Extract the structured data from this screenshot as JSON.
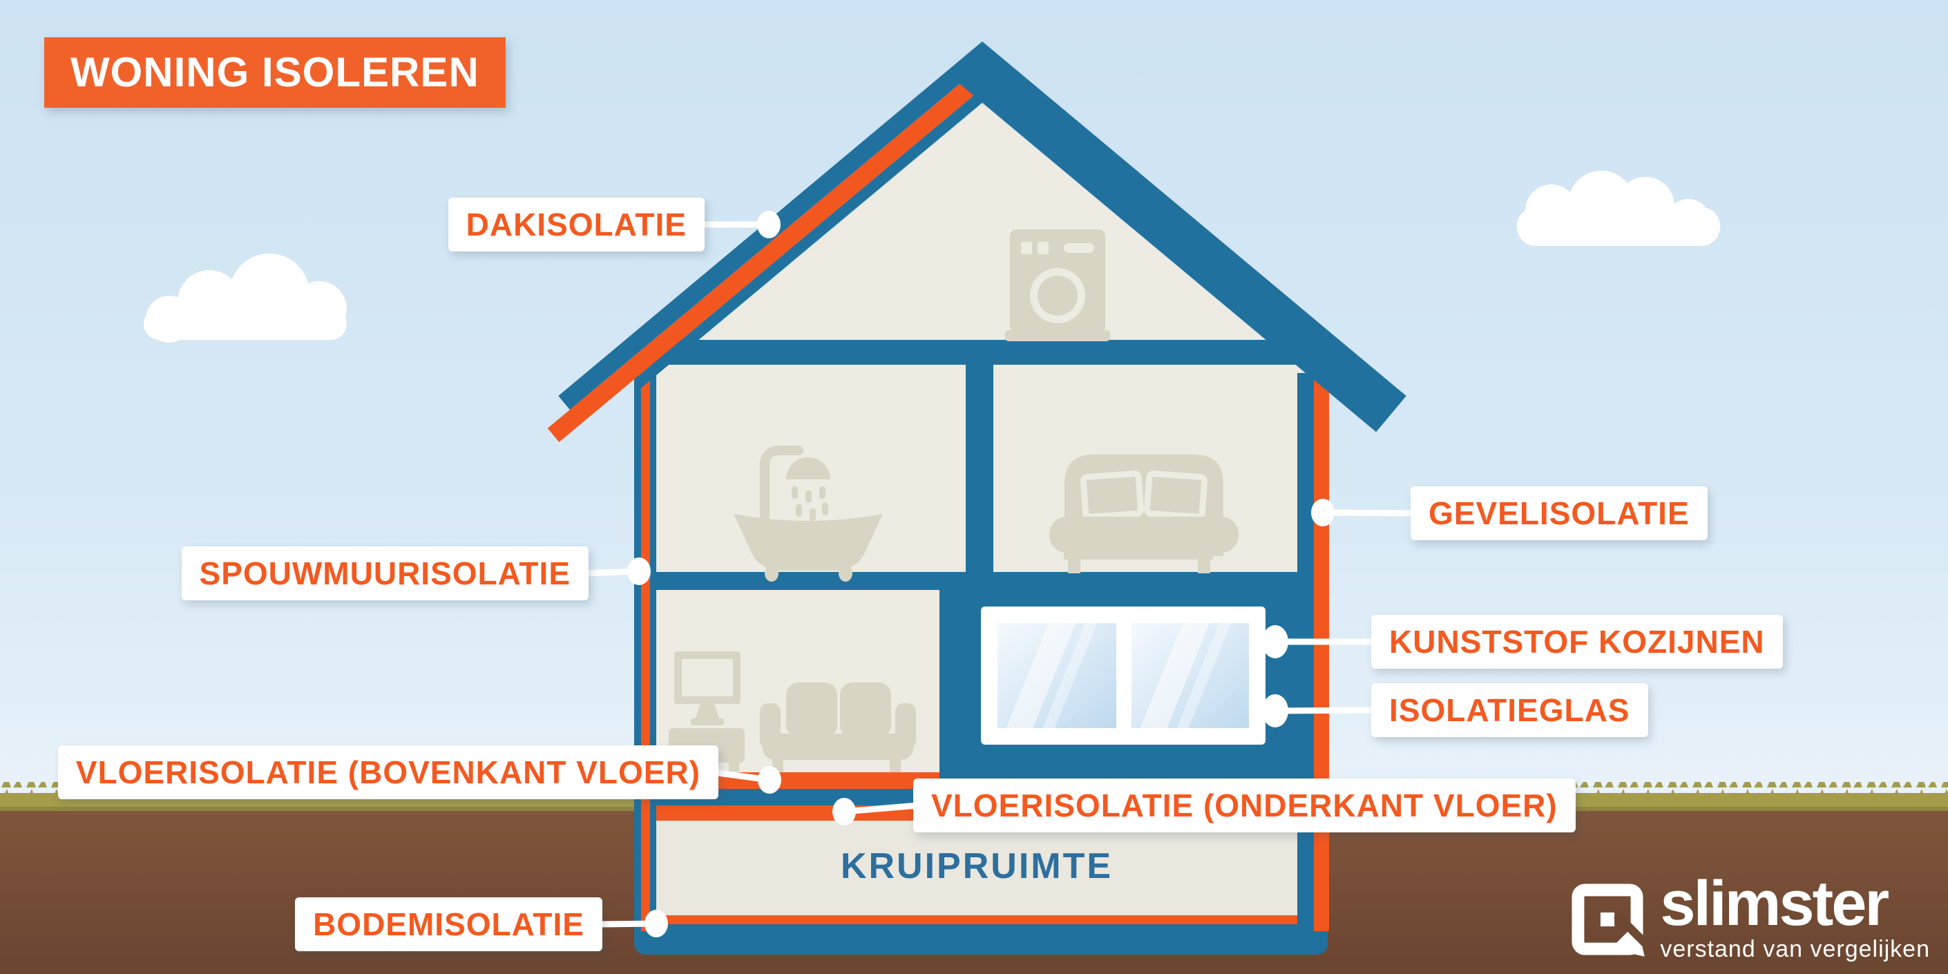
{
  "title": "WONING ISOLEREN",
  "labels": {
    "dakisolatie": "DAKISOLATIE",
    "spouwmuurisolatie": "SPOUWMUURISOLATIE",
    "gevelisolatie": "GEVELISOLATIE",
    "kunststof_kozijnen": "KUNSTSTOF KOZIJNEN",
    "isolatieglas": "ISOLATIEGLAS",
    "vloerisolatie_bovenkant": "VLOERISOLATIE (BOVENKANT VLOER)",
    "vloerisolatie_onderkant": "VLOERISOLATIE (ONDERKANT VLOER)",
    "bodemisolatie": "BODEMISOLATIE",
    "kruipruimte": "KRUIPRUIMTE"
  },
  "logo": {
    "name": "slimster",
    "tagline": "verstand van vergelijken"
  },
  "colors": {
    "accent_orange": "#f2571f",
    "title_bg_orange": "#f1622b",
    "callout_text_orange": "#f4591f",
    "house_blue": "#21719e",
    "room_beige": "#edebe2",
    "furniture_beige": "#d9d5c5",
    "sky_top": "#cde2f2",
    "sky_bottom": "#edf4fb",
    "grass_olive": "#a59c4b",
    "soil_brown_top": "#80553c",
    "soil_brown_bottom": "#6a4530",
    "kruipruimte_text": "#2d6f9e",
    "label_bg": "#ffffff"
  }
}
